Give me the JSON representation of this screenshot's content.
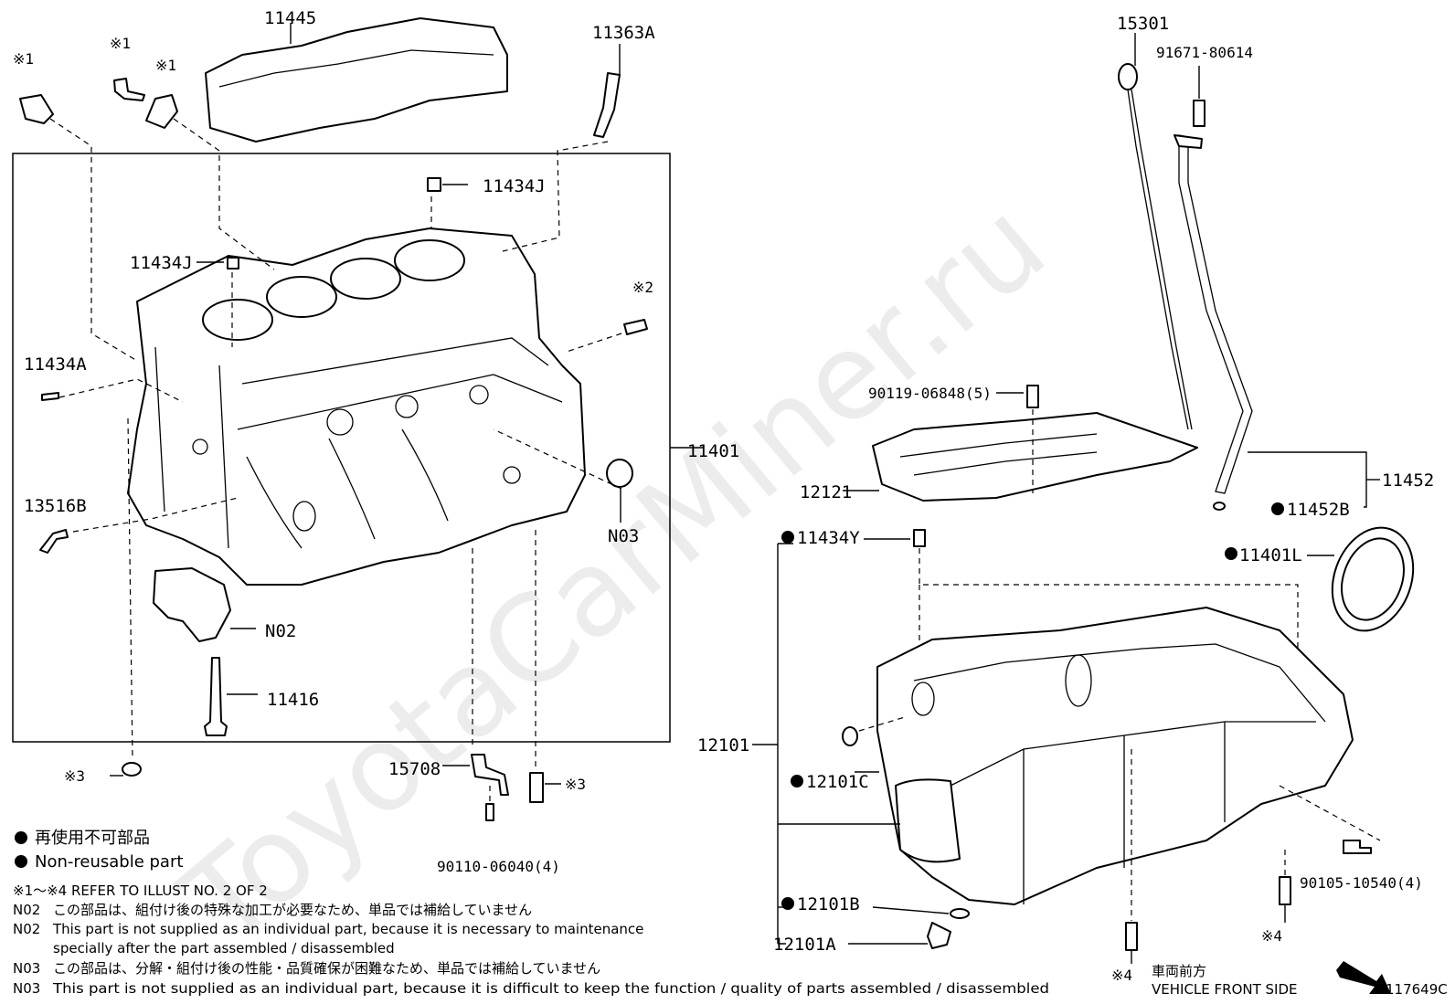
{
  "labels": {
    "p11445": "11445",
    "p11363A": "11363A",
    "p15301": "15301",
    "p91671": "91671-80614",
    "mark1a": "※1",
    "mark1b": "※1",
    "mark1c": "※1",
    "p11434J_top": "11434J",
    "p11434J_mid": "11434J",
    "mark2": "※2",
    "p11434A": "11434A",
    "p11401": "11401",
    "p13516B": "13516B",
    "pN03": "N03",
    "pN02": "N02",
    "p11416": "11416",
    "mark3a": "※3",
    "p15708": "15708",
    "mark3b": "※3",
    "p90110": "90110-06040(4)",
    "p90119": "90119-06848(5)",
    "p12121": "12121",
    "p11452": "11452",
    "p11452B": "11452B",
    "p11434Y": "11434Y",
    "p11401L": "11401L",
    "p12101": "12101",
    "p12101C": "12101C",
    "p12101B": "12101B",
    "p12101A": "12101A",
    "p90105": "90105-10540(4)",
    "mark4a": "※4",
    "mark4b": "※4"
  },
  "legend": {
    "jp": "再使用不可部品",
    "en": "Non-reusable part"
  },
  "notes": {
    "ref": "※1～※4  REFER TO ILLUST NO. 2 OF 2",
    "n02_code": "N02",
    "n02_jp": "この部品は、組付け後の特殊な加工が必要なため、単品では補給していません",
    "n02_code_en": "N02",
    "n02_en_1": "This part is not supplied as an individual part, because it is necessary to maintenance",
    "n02_en_2": "specially after the part assembled / disassembled",
    "n03_code": "N03",
    "n03_jp": "この部品は、分解・組付け後の性能・品質確保が困難なため、単品では補給していません",
    "n03_code_en": "N03",
    "n03_en": "This part is not supplied as an individual part, because it is difficult to keep the function / quality of parts  assembled / disassembled"
  },
  "front": {
    "jp": "車両前方",
    "en": "VEHICLE FRONT SIDE"
  },
  "illust_id": "117649C",
  "watermark": "ToyotaCarMiner.ru"
}
